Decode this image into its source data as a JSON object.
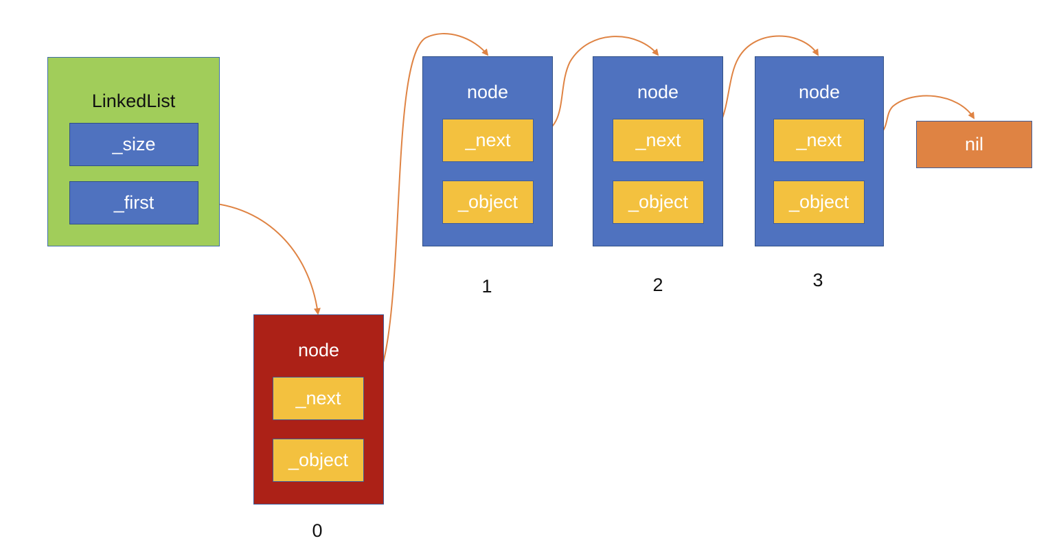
{
  "linked_list": {
    "title": "LinkedList",
    "size_label": "_size",
    "first_label": "_first"
  },
  "nodes": [
    {
      "title": "node",
      "next_label": "_next",
      "object_label": "_object",
      "index": "0"
    },
    {
      "title": "node",
      "next_label": "_next",
      "object_label": "_object",
      "index": "1"
    },
    {
      "title": "node",
      "next_label": "_next",
      "object_label": "_object",
      "index": "2"
    },
    {
      "title": "node",
      "next_label": "_next",
      "object_label": "_object",
      "index": "3"
    }
  ],
  "nil": {
    "label": "nil"
  },
  "colors": {
    "linked_list_fill": "#a1cd5a",
    "node_fill": "#4f72bf",
    "head_node_fill": "#ac2117",
    "field_fill": "#f3c13f",
    "nil_fill": "#df8343",
    "arrow": "#df8343"
  }
}
